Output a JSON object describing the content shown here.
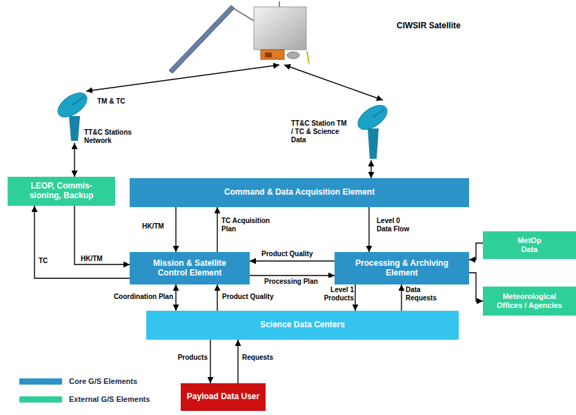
{
  "diagram": {
    "nodes": [
      {
        "text": [
          "CIWSIR Satellite"
        ]
      },
      {
        "text": [
          "TT&C Stations Network"
        ]
      },
      {
        "text": [
          "TT&C Station TM / TC & Science Data"
        ]
      },
      {
        "text": [
          "LEOP, Commis- sioning, Backup"
        ]
      },
      {
        "text": [
          "Command & Data Acquisition Element"
        ]
      },
      {
        "text": [
          "Mission & Satellite Control Element"
        ]
      },
      {
        "text": [
          "Processing & Archiving Element"
        ]
      },
      {
        "text": [
          "MetOp Data"
        ]
      },
      {
        "text": [
          "Meteorological Offices / Agencies"
        ]
      },
      {
        "text": [
          "Science Data Centers"
        ]
      },
      {
        "text": [
          "Payload Data User"
        ]
      }
    ],
    "edges": [
      {
        "from": 0,
        "to": 1,
        "arrow": "both",
        "label": "TM & TC"
      },
      {
        "from": 0,
        "to": 2,
        "arrow": "both"
      },
      {
        "from": 1,
        "to": 3,
        "arrow": "both"
      },
      {
        "from": 2,
        "to": 4,
        "arrow": "both"
      },
      {
        "from": 4,
        "to": 5,
        "arrow": "to",
        "label": "HK/TM"
      },
      {
        "from": 5,
        "to": 4,
        "arrow": "to",
        "label": "TC Acquisition Plan"
      },
      {
        "from": 4,
        "to": 6,
        "arrow": "to",
        "label": "Level 0 Data Flow"
      },
      {
        "from": 3,
        "to": 5,
        "arrow": "to",
        "label": "HK/TM"
      },
      {
        "from": 5,
        "to": 3,
        "arrow": "to",
        "label": "TC"
      },
      {
        "from": 6,
        "to": 5,
        "arrow": "to",
        "label": "Product Quality"
      },
      {
        "from": 5,
        "to": 6,
        "arrow": "to",
        "label": "Processing Plan"
      },
      {
        "from": 7,
        "to": 6,
        "arrow": "to"
      },
      {
        "from": 6,
        "to": 8,
        "arrow": "to"
      },
      {
        "from": 5,
        "to": 9,
        "arrow": "both",
        "label": "Coordination Plan"
      },
      {
        "from": 9,
        "to": 5,
        "arrow": "to",
        "label": "Product Quality"
      },
      {
        "from": 6,
        "to": 9,
        "arrow": "to",
        "label": "Level 1 Products"
      },
      {
        "from": 9,
        "to": 6,
        "arrow": "to",
        "label": "Data Requests"
      },
      {
        "from": 9,
        "to": 10,
        "arrow": "to",
        "label": "Products"
      },
      {
        "from": 10,
        "to": 9,
        "arrow": "to",
        "label": "Requests"
      }
    ],
    "legend": [
      {
        "text": "Core G/S Elements",
        "color": "#2b93c8"
      },
      {
        "text": "External G/S Elements",
        "color": "#2fcf9a"
      }
    ]
  }
}
